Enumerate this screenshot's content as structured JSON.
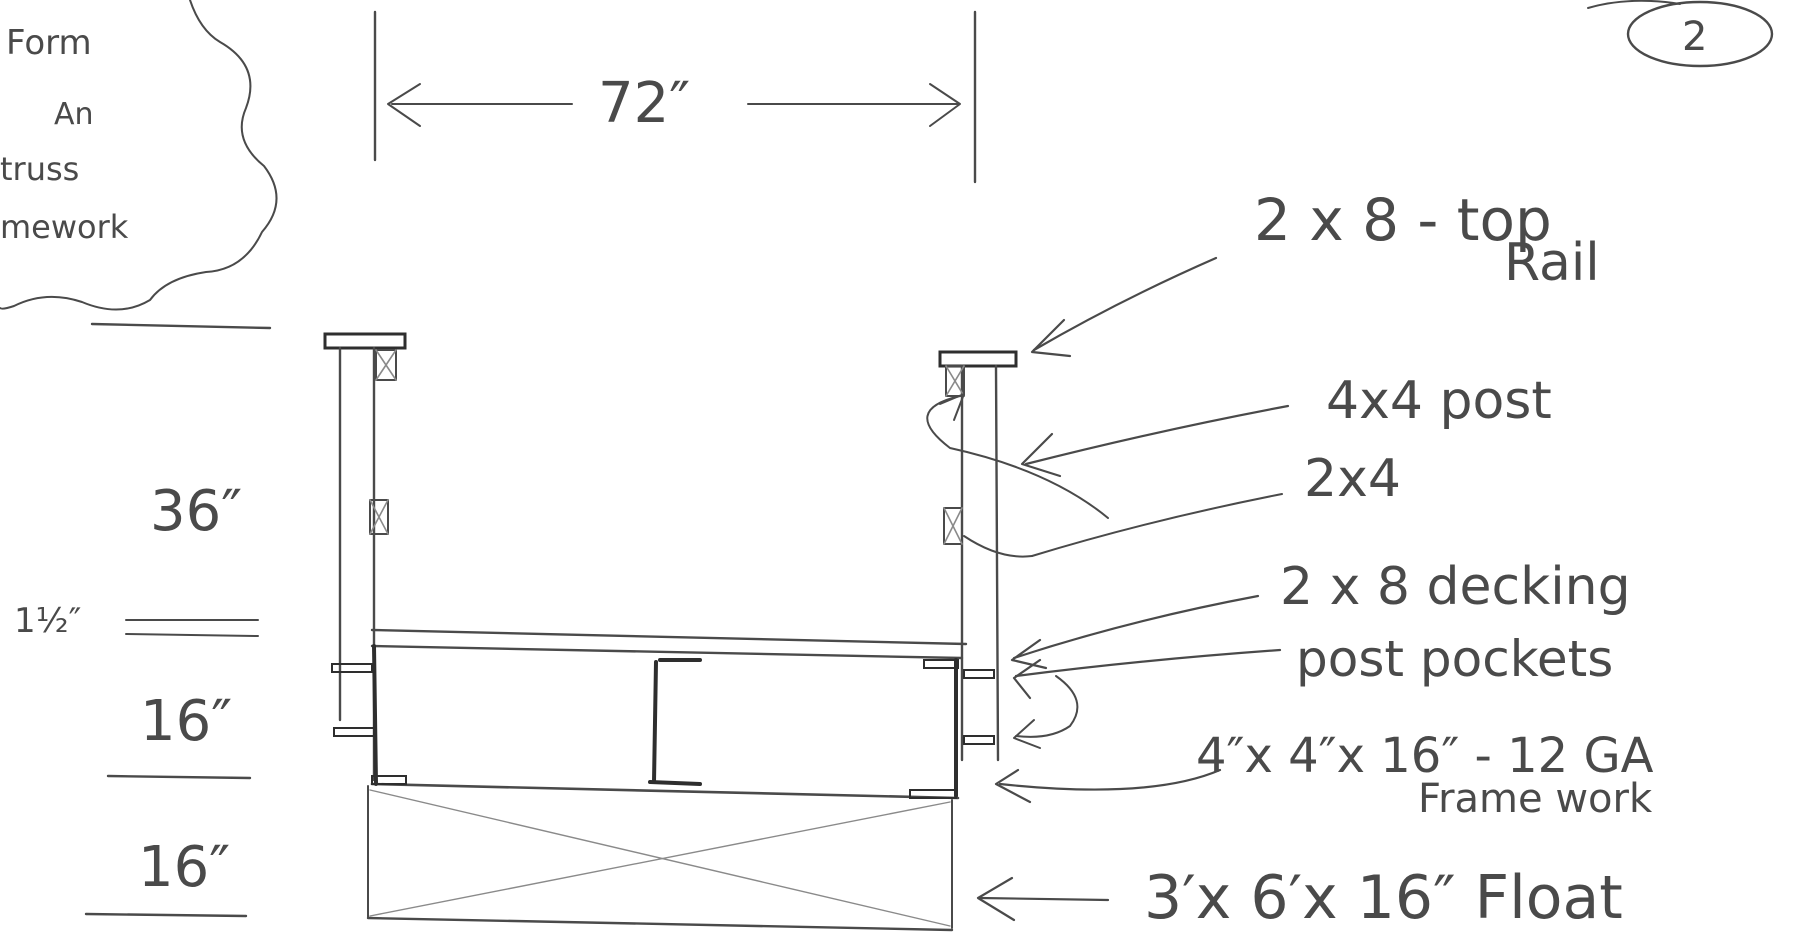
{
  "page_number": "2",
  "note_cloud": {
    "lines": [
      "Form",
      "An",
      "truss",
      "mework"
    ]
  },
  "dimensions": {
    "width_top": "72″",
    "rail_height": "36″",
    "decking_thickness": "1½″",
    "frame_height": "16″",
    "float_height": "16″"
  },
  "labels": {
    "top_rail": "2 x 8 - top Rail",
    "top_rail_line1": "2 x 8 - top",
    "top_rail_line2": "Rail",
    "post": "4x4 post",
    "brace": "2x4",
    "decking": "2 x 8 decking",
    "pockets": "post pockets",
    "frame": "4″x 4″x 16″ - 12 GA",
    "frame_line2": "Frame work",
    "float": "3′x 6′x 16″ Float"
  },
  "colors": {
    "pencil": "#4a4a4a",
    "paper": "#ffffff"
  }
}
